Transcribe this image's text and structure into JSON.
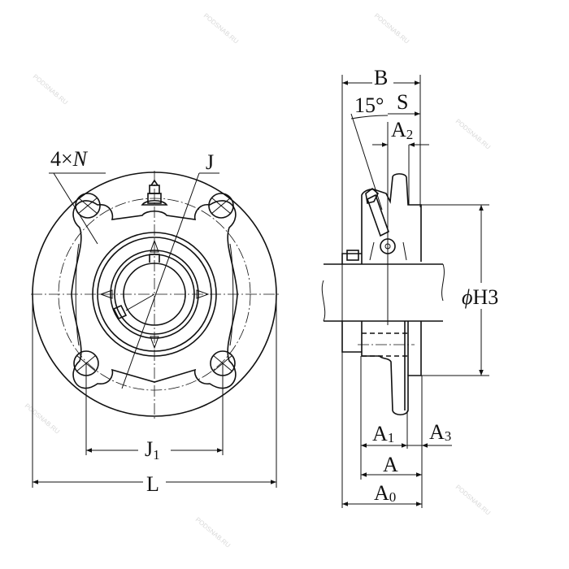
{
  "watermark": "PODSNAB.RU",
  "front_view": {
    "holes_label": {
      "main": "4×",
      "italic": "N"
    },
    "pcd_label": "J",
    "j1_label": {
      "main": "J",
      "sub": "1"
    },
    "l_label": "L"
  },
  "side_view": {
    "b_label": "B",
    "s_label": "S",
    "angle_label": "15°",
    "a2_label": {
      "main": "A",
      "sub": "2"
    },
    "h3_label": {
      "prefix": "ϕ",
      "main": "H",
      "sub": "3"
    },
    "a1_label": {
      "main": "A",
      "sub": "1"
    },
    "a3_label": {
      "main": "A",
      "sub": "3"
    },
    "a_label": "A",
    "a0_label": {
      "main": "A",
      "sub": "0"
    }
  }
}
